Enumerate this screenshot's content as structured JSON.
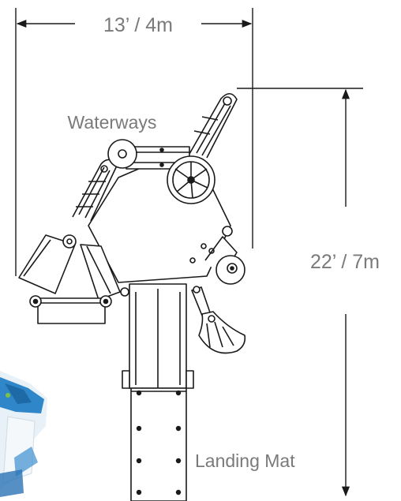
{
  "dimensions": {
    "width_label": "13’ / 4m",
    "length_label": "22’ / 7m"
  },
  "labels": {
    "waterways": "Waterways",
    "landing_mat": "Landing Mat"
  },
  "colors": {
    "line": "#1a1a1a",
    "text": "#7a7a7a",
    "photo_blue": "#2f86c8"
  }
}
